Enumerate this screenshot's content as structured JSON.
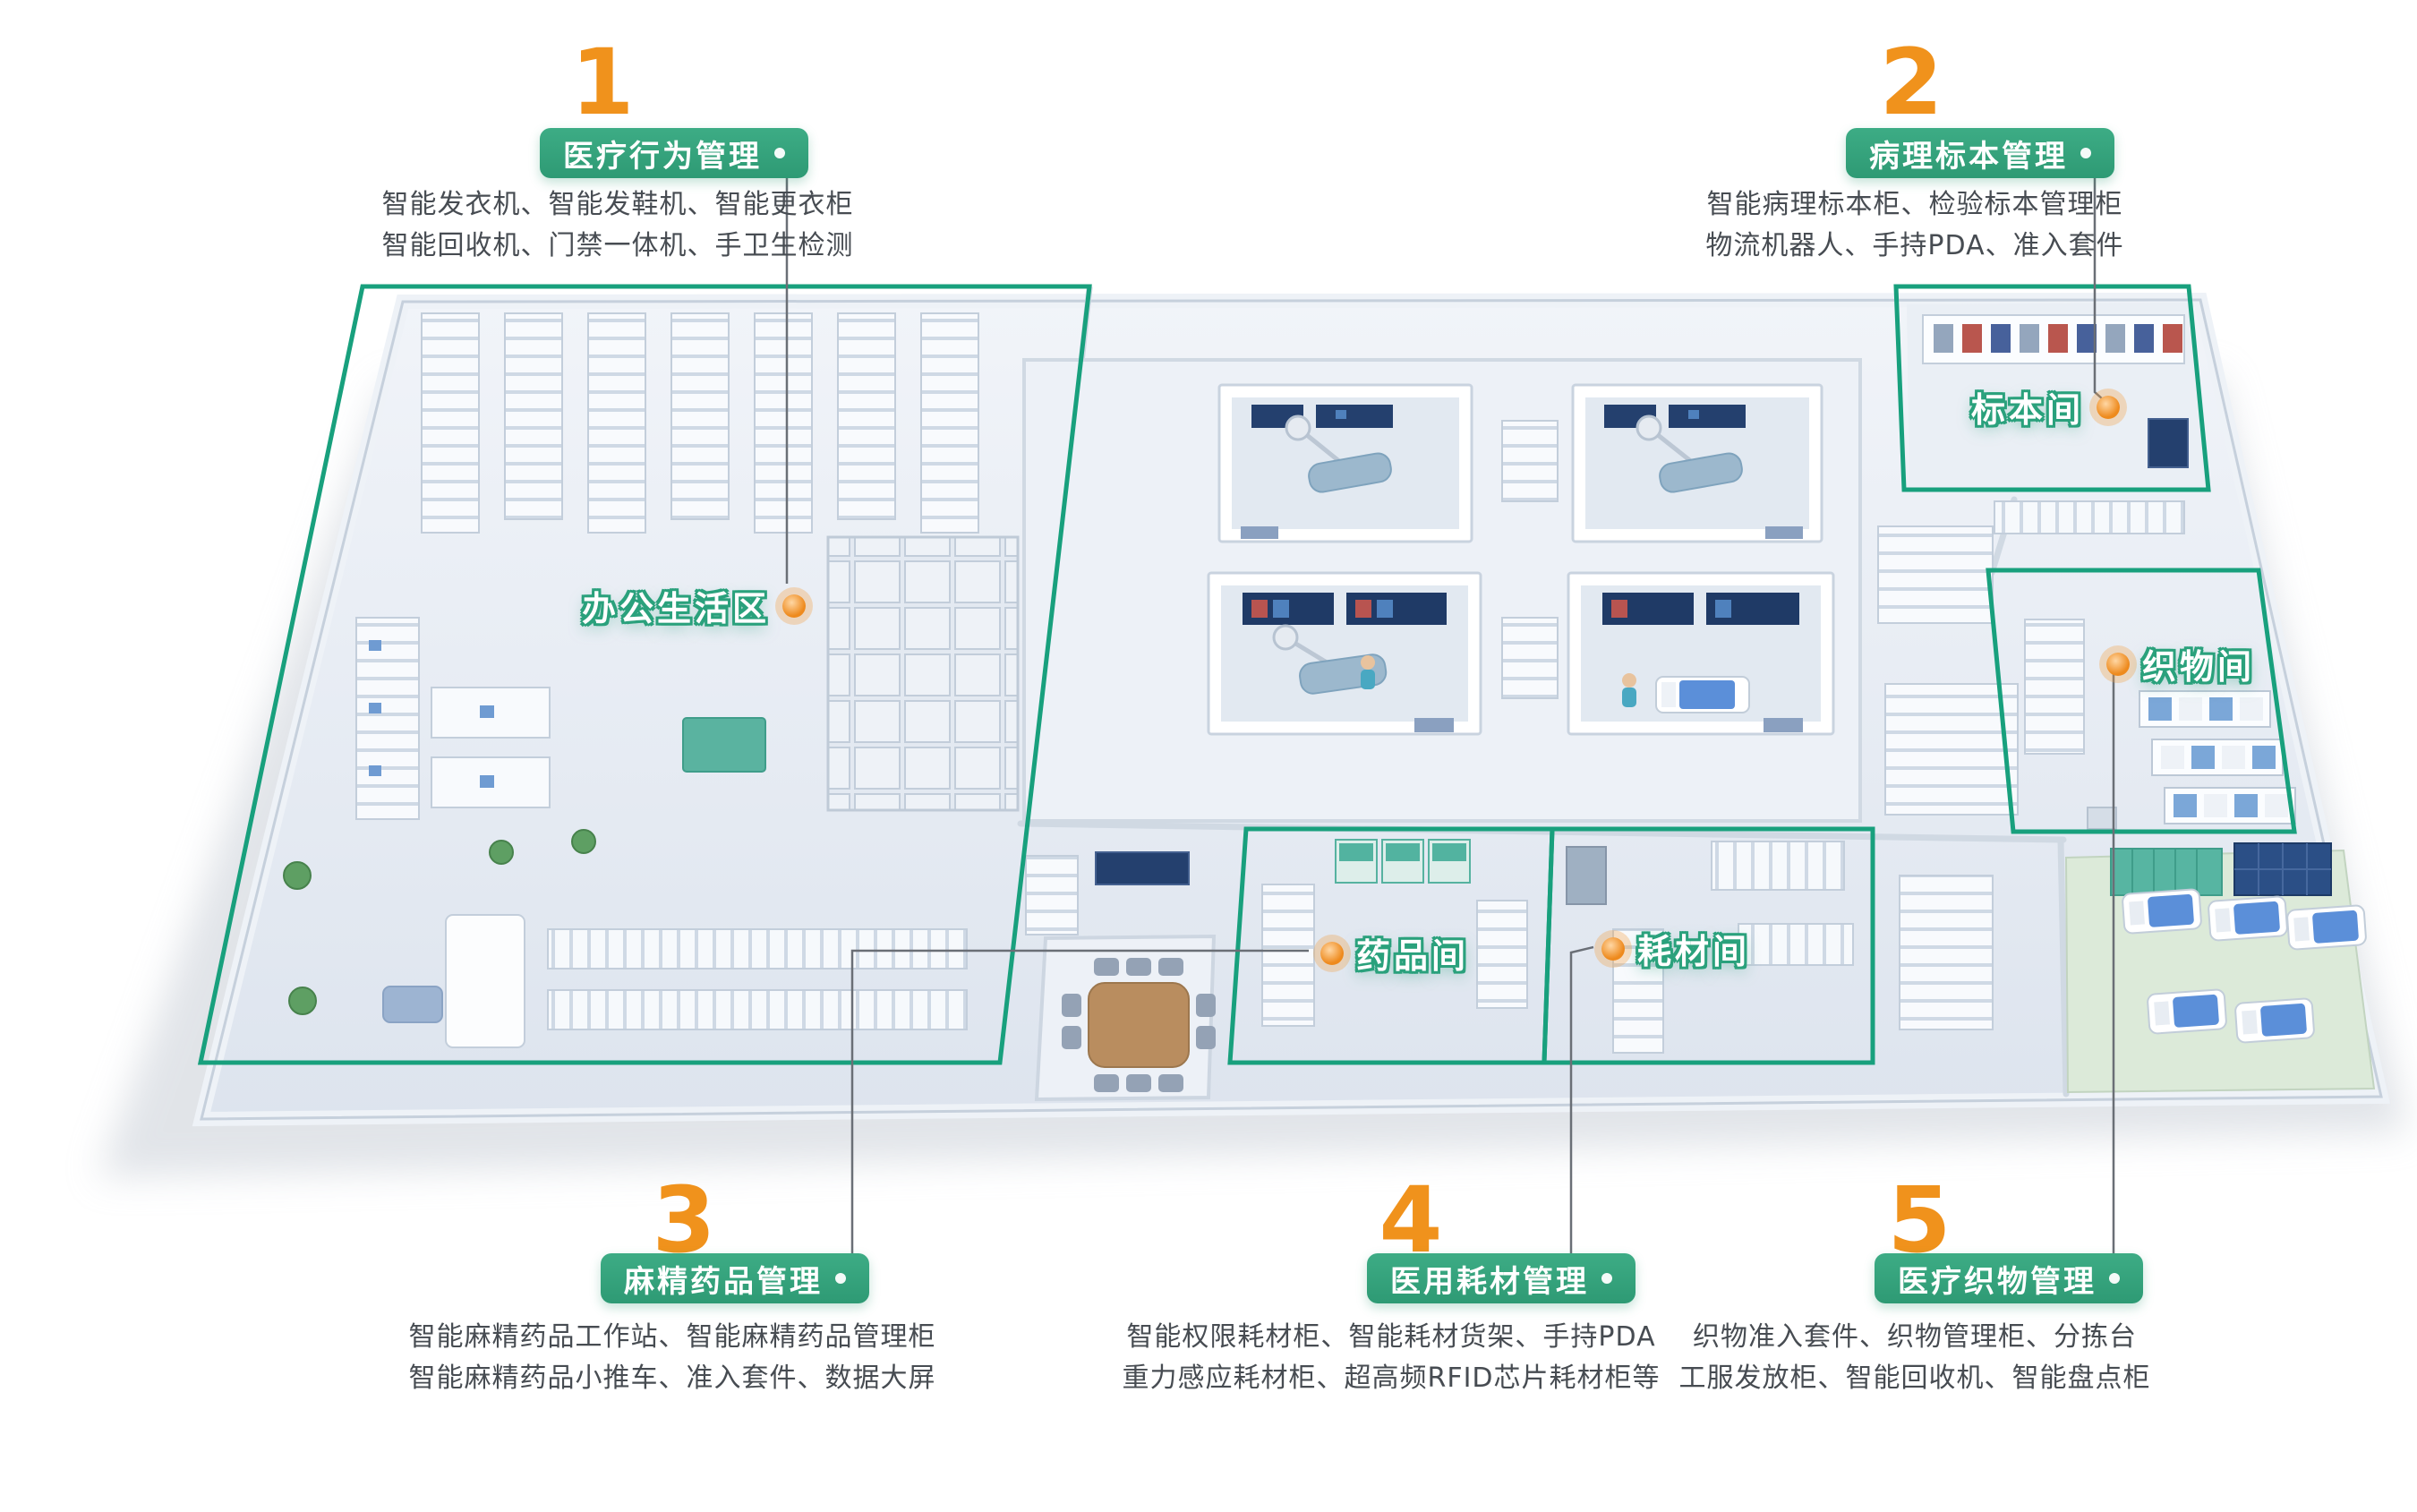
{
  "figure": {
    "type": "isometric-hospital-floorplan-infographic",
    "accent_green": "#2e9a74",
    "accent_orange": "#f0921c",
    "zone_outline_green": "#18a07d"
  },
  "callouts": [
    {
      "num": "1",
      "title": "医疗行为管理",
      "lines": [
        "智能发衣机、智能发鞋机、智能更衣柜",
        "智能回收机、门禁一体机、手卫生检测"
      ]
    },
    {
      "num": "2",
      "title": "病理标本管理",
      "lines": [
        "智能病理标本柜、检验标本管理柜",
        "物流机器人、手持PDA、准入套件"
      ]
    },
    {
      "num": "3",
      "title": "麻精药品管理",
      "lines": [
        "智能麻精药品工作站、智能麻精药品管理柜",
        "智能麻精药品小推车、准入套件、数据大屏"
      ]
    },
    {
      "num": "4",
      "title": "医用耗材管理",
      "lines": [
        "智能权限耗材柜、智能耗材货架、手持PDA",
        "重力感应耗材柜、超高频RFID芯片耗材柜等"
      ]
    },
    {
      "num": "5",
      "title": "医疗织物管理",
      "lines": [
        "织物准入套件、织物管理柜、分拣台",
        "工服发放柜、智能回收机、智能盘点柜"
      ]
    }
  ],
  "rooms": [
    {
      "label": "办公生活区"
    },
    {
      "label": "标本间"
    },
    {
      "label": "织物间"
    },
    {
      "label": "药品间"
    },
    {
      "label": "耗材间"
    }
  ]
}
